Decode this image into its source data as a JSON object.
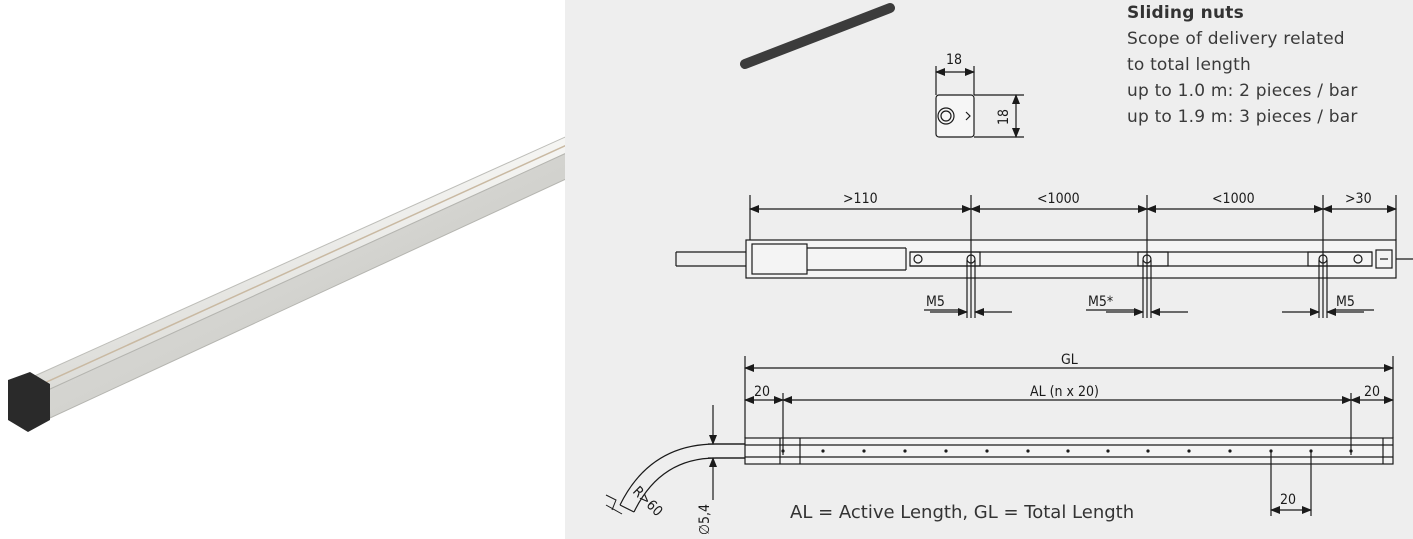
{
  "notes": {
    "title": "Sliding nuts",
    "lines": [
      "Scope of delivery related",
      "to total length",
      "up to 1.0 m: 2 pieces / bar",
      "up to 1.9 m: 3 pieces / bar"
    ]
  },
  "end_view": {
    "width_label": "18",
    "height_label": "18"
  },
  "top_drawing": {
    "dims": [
      ">110",
      "<1000",
      "<1000",
      ">30"
    ],
    "thread_labels": [
      "M5",
      "M5*",
      "M5"
    ]
  },
  "side_drawing": {
    "total_label": "GL",
    "active_label": "AL (n x 20)",
    "left_offset": "20",
    "right_offset": "20",
    "pitch_label": "20",
    "diameter_label": "∅5,4",
    "radius_label": "R>60"
  },
  "legend": "AL = Active Length, GL = Total Length",
  "colors": {
    "drawing_bg": "#eeeeee",
    "line": "#1a1a1a",
    "text": "#3a3a3a",
    "profile_white": "#f2f2f0",
    "cap_black": "#2a2a2a",
    "cable": "#3c3c3c"
  }
}
